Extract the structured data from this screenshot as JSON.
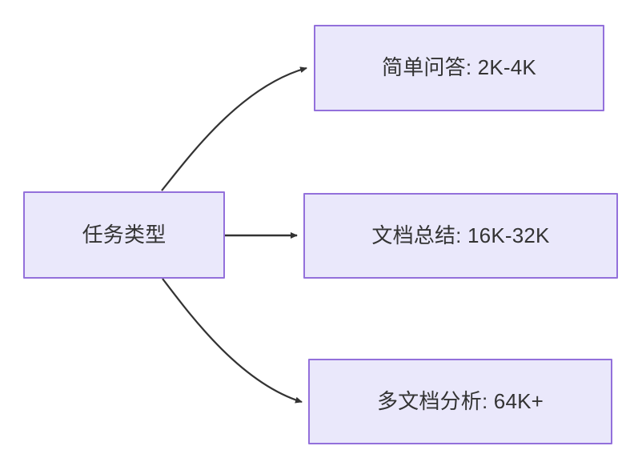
{
  "diagram": {
    "type": "flowchart",
    "direction": "left-to-right",
    "background_color": "#ffffff",
    "node_fill_color": "#eae8fb",
    "node_border_color": "#9370db",
    "node_text_color": "#333333",
    "edge_color": "#333333",
    "nodes": [
      {
        "id": "source",
        "label": "任务类型"
      },
      {
        "id": "simple_qa",
        "label": "简单问答: 2K-4K"
      },
      {
        "id": "doc_summary",
        "label": "文档总结: 16K-32K"
      },
      {
        "id": "multi_doc",
        "label": "多文档分析: 64K+"
      }
    ],
    "edges": [
      {
        "id": "edge-source-simple-qa",
        "from": "source",
        "to": "simple_qa",
        "style": "curved",
        "arrow": "arrowhead-icon",
        "label": ""
      },
      {
        "id": "edge-source-doc-summary",
        "from": "source",
        "to": "doc_summary",
        "style": "straight",
        "arrow": "arrowhead-icon",
        "label": ""
      },
      {
        "id": "edge-source-multi-doc",
        "from": "source",
        "to": "multi_doc",
        "style": "curved",
        "arrow": "arrowhead-icon",
        "label": ""
      }
    ]
  }
}
